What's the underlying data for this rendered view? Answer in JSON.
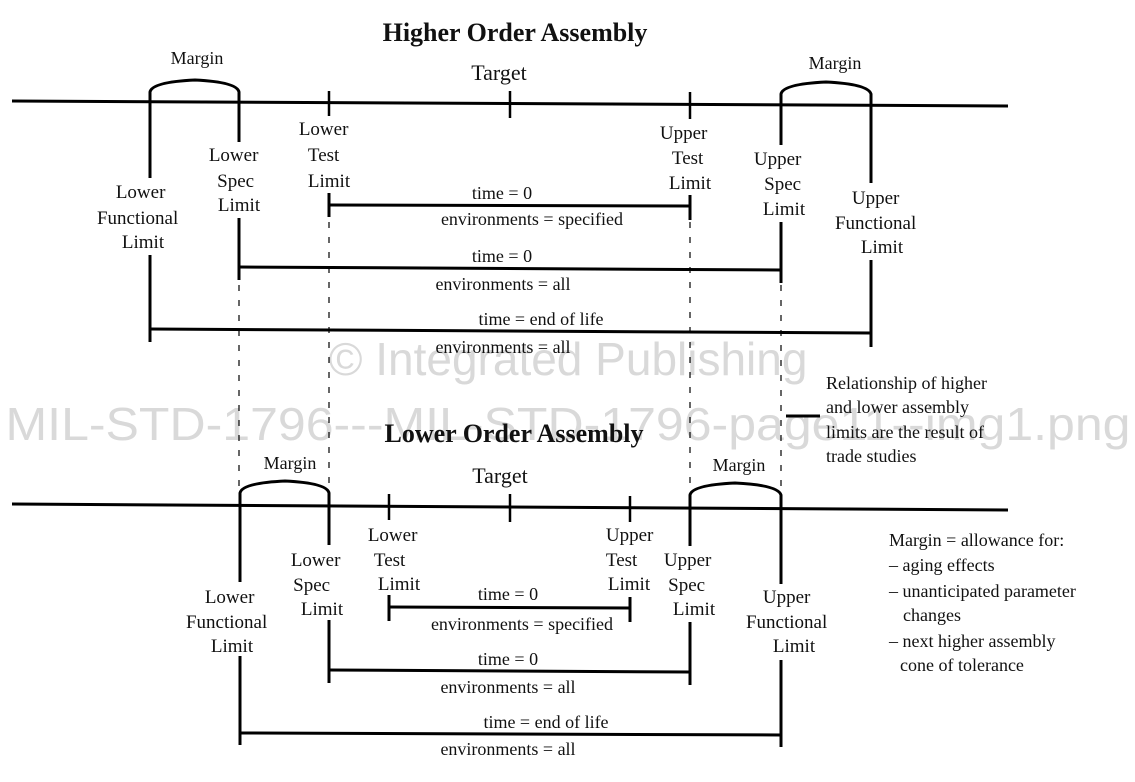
{
  "watermark": {
    "line1": "© Integrated Publishing",
    "line2": "MIL-STD-1796---MIL-STD-1796-page11--img1.png"
  },
  "higher": {
    "title": "Higher Order Assembly",
    "target": "Target",
    "margin_left": "Margin",
    "margin_right": "Margin",
    "lower_functional": [
      "Lower",
      "Functional",
      "Limit"
    ],
    "lower_spec": [
      "Lower",
      "Spec",
      "Limit"
    ],
    "lower_test": [
      "Lower",
      "Test",
      "Limit"
    ],
    "upper_test": [
      "Upper",
      "Test",
      "Limit"
    ],
    "upper_spec": [
      "Upper",
      "Spec",
      "Limit"
    ],
    "upper_functional": [
      "Upper",
      "Functional",
      "Limit"
    ],
    "bands": [
      {
        "time": "time = 0",
        "env": "environments = specified"
      },
      {
        "time": "time = 0",
        "env": "environments = all"
      },
      {
        "time": "time = end of life",
        "env": "environments = all"
      }
    ]
  },
  "lower": {
    "title": "Lower Order Assembly",
    "target": "Target",
    "margin_left": "Margin",
    "margin_right": "Margin",
    "lower_functional": [
      "Lower",
      "Functional",
      "Limit"
    ],
    "lower_spec": [
      "Lower",
      "Spec",
      "Limit"
    ],
    "lower_test": [
      "Lower",
      "Test",
      "Limit"
    ],
    "upper_test": [
      "Upper",
      "Test",
      "Limit"
    ],
    "upper_spec": [
      "Upper",
      "Spec",
      "Limit"
    ],
    "upper_functional": [
      "Upper",
      "Functional",
      "Limit"
    ],
    "bands": [
      {
        "time": "time = 0",
        "env": "environments = specified"
      },
      {
        "time": "time = 0",
        "env": "environments = all"
      },
      {
        "time": "time = end of life",
        "env": "environments = all"
      }
    ]
  },
  "relationship_note": [
    "Relationship of higher",
    "and lower assembly",
    "limits are the result of",
    "trade studies"
  ],
  "margin_note": {
    "heading": "Margin = allowance for:",
    "items": [
      [
        "– aging effects"
      ],
      [
        "– unanticipated parameter",
        "changes"
      ],
      [
        "– next higher assembly",
        "cone of tolerance"
      ]
    ]
  }
}
